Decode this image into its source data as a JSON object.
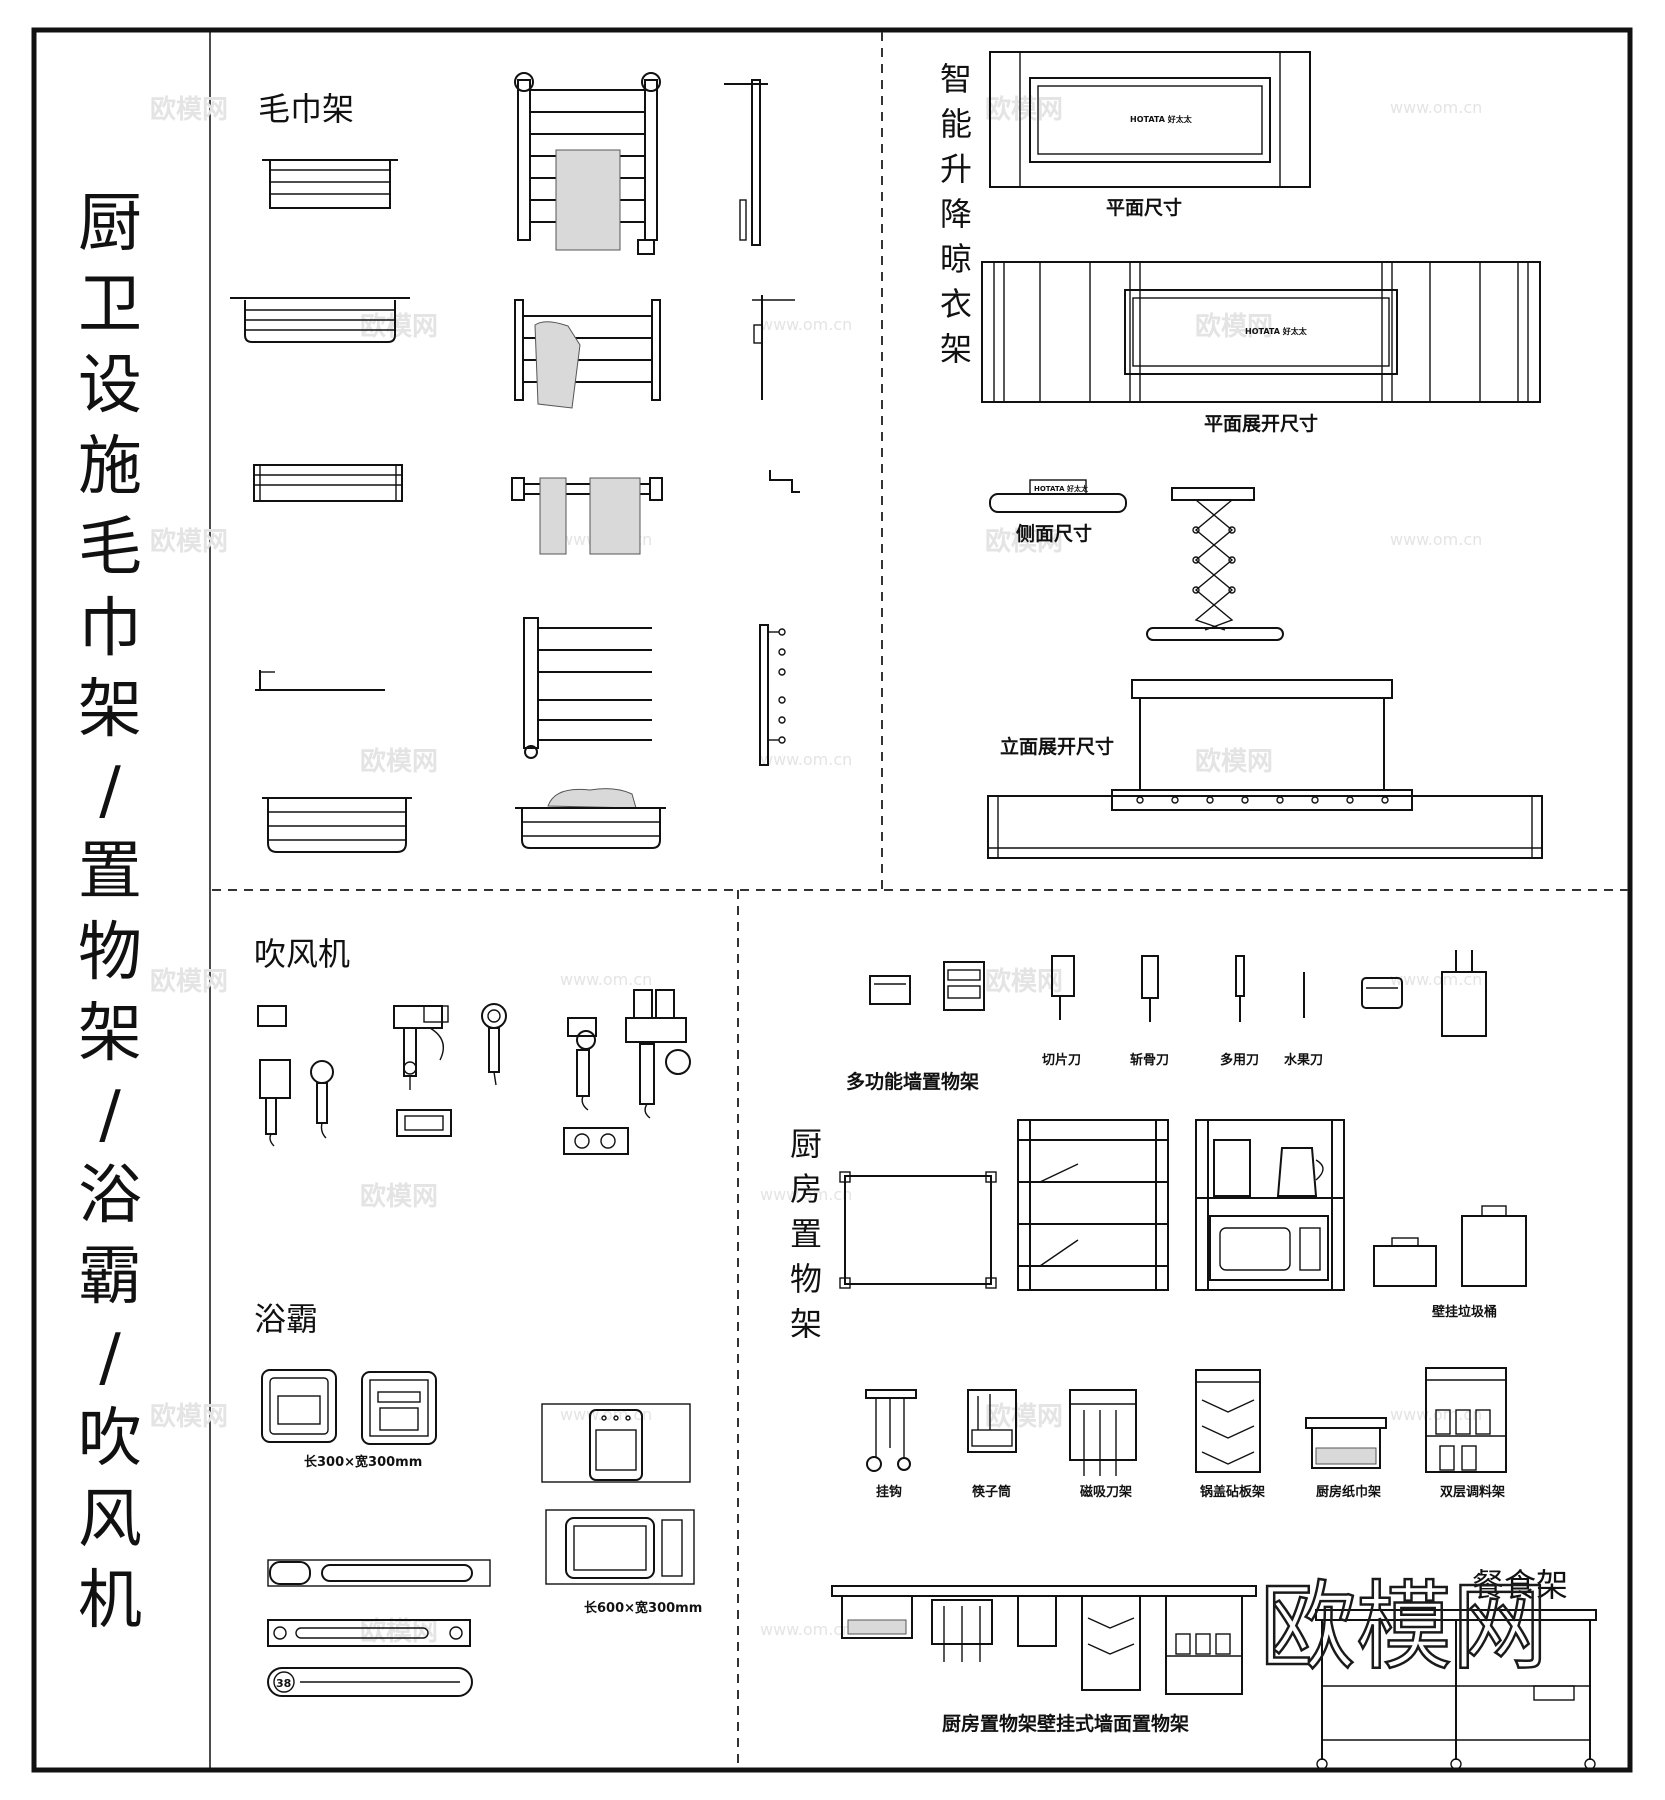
{
  "page": {
    "main_title": "厨卫设施毛巾架/置物架/浴霸/吹风机",
    "watermark_logo": "欧模网",
    "watermark_url": "www.om.cn"
  },
  "towel_rack": {
    "title": "毛巾架"
  },
  "drying_rack": {
    "title": "智能升降晾衣架",
    "brand": "HOTATA 好太太",
    "plan_label": "平面尺寸",
    "plan_expanded_label": "平面展开尺寸",
    "side_label": "侧面尺寸",
    "elevation_label": "立面展开尺寸"
  },
  "hair_dryer": {
    "title": "吹风机"
  },
  "bath_heater": {
    "title": "浴霸",
    "size_small": "长300×宽300mm",
    "size_large": "长600×宽300mm",
    "display_value": "38"
  },
  "kitchen": {
    "wall_shelf_label": "多功能墙置物架",
    "knives": [
      "切片刀",
      "斩骨刀",
      "多用刀",
      "水果刀"
    ],
    "title": "厨房置物架",
    "trash_label": "壁挂垃圾桶",
    "accessories": [
      "挂钩",
      "筷子筒",
      "磁吸刀架",
      "锅盖砧板架",
      "厨房纸巾架",
      "双层调料架"
    ],
    "wall_mount_label": "厨房置物架壁挂式墙面置物架",
    "cart_label": "餐食架"
  },
  "colors": {
    "line": "#111111",
    "towel_fill": "#d9d9d9",
    "dash": "#333333",
    "watermark": "#cfcfcf"
  }
}
